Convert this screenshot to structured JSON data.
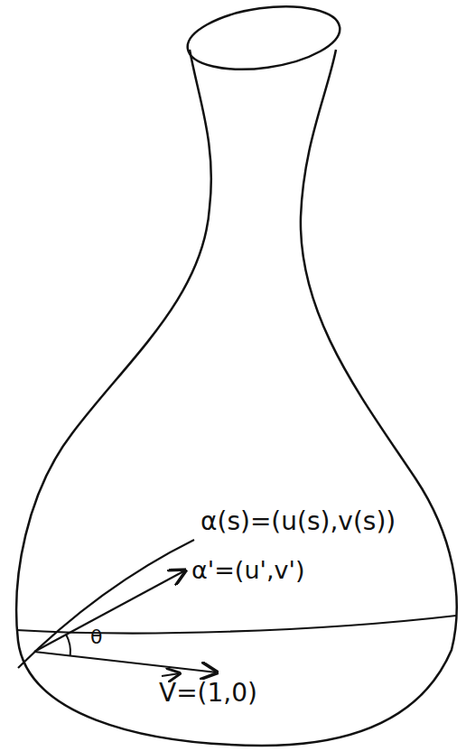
{
  "diagram": {
    "labels": [
      "α(s)=(u(s),v(s))",
      "α'=(u',v')",
      "θ",
      "V=(1,0)"
    ]
  }
}
